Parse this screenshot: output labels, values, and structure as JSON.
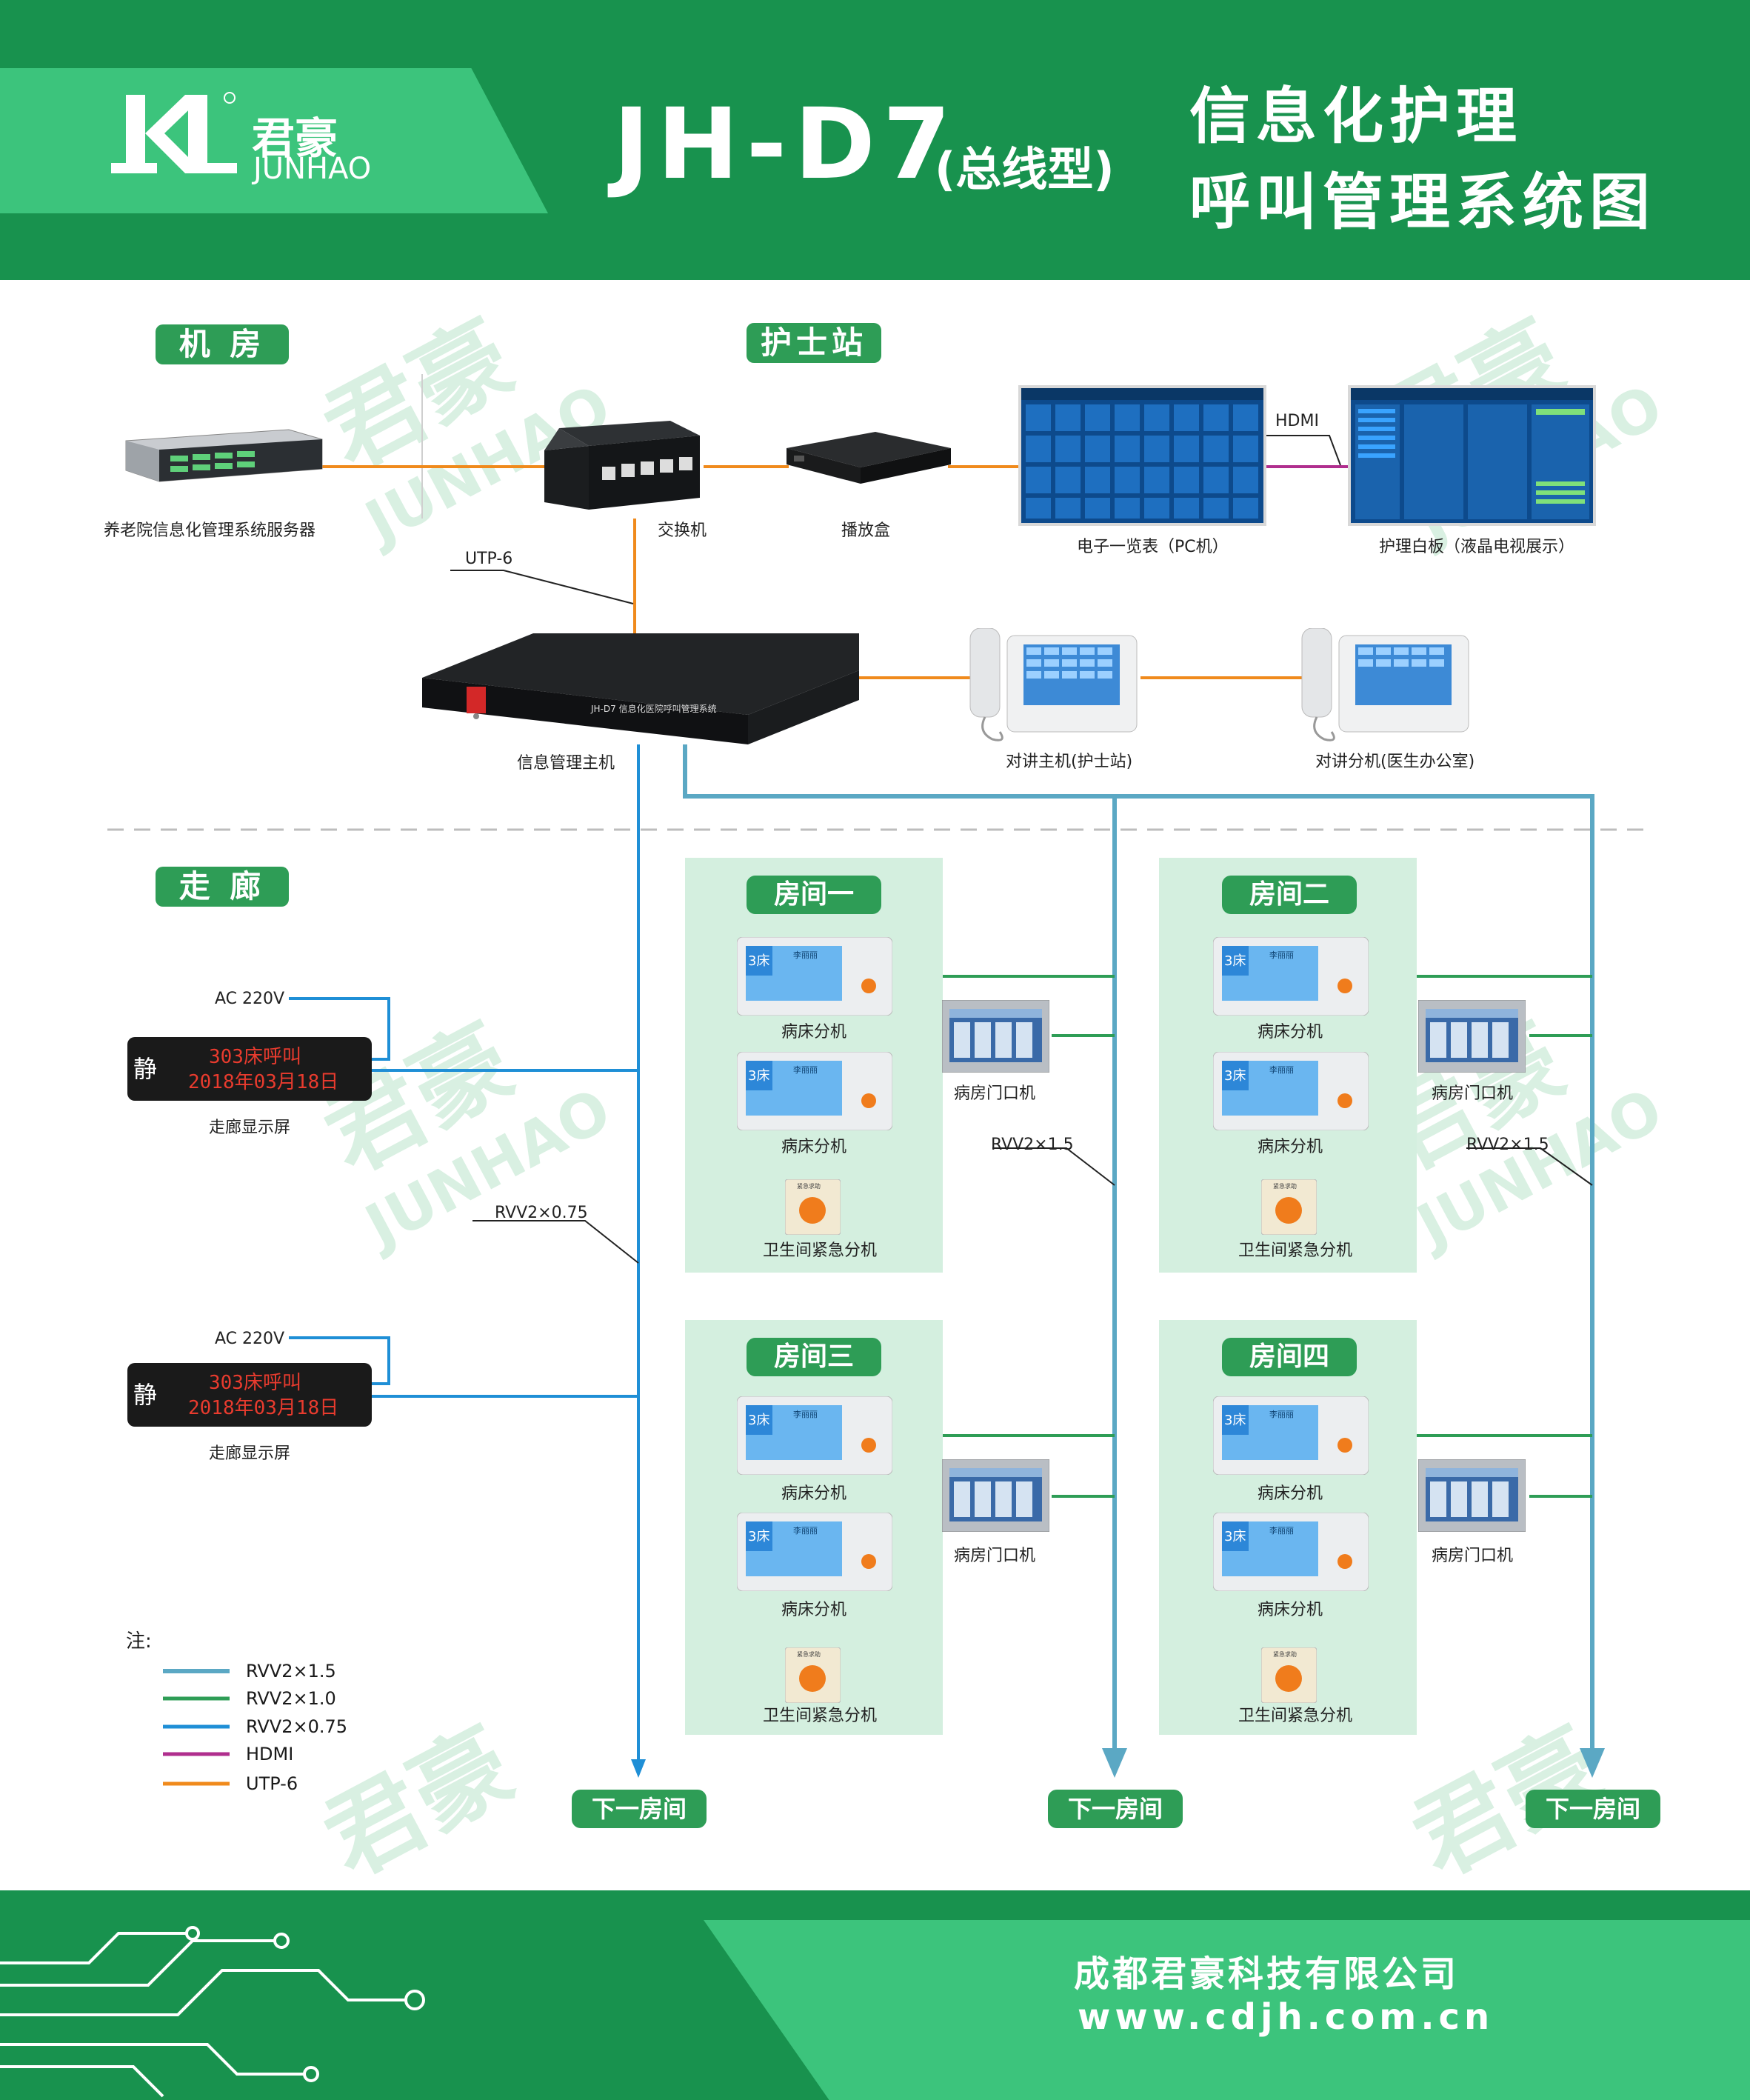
{
  "header": {
    "brand_cn": "君豪",
    "brand_en": "JUNHAO",
    "model": "JH-D7",
    "model_note": "(总线型)",
    "title_line1": "信息化护理",
    "title_line2": "呼叫管理系统图"
  },
  "sections": {
    "machine_room": "机 房",
    "nurse_station": "护士站",
    "corridor": "走 廊"
  },
  "devices": {
    "server": "养老院信息化管理系统服务器",
    "switch": "交换机",
    "player": "播放盒",
    "pc_overview": "电子一览表（PC机）",
    "whiteboard": "护理白板（液晶电视展示）",
    "hdmi_label": "HDMI",
    "utp_label": "UTP-6",
    "host": "信息管理主机",
    "host_model": "JH-D7 信息化医院呼叫管理系统",
    "intercom_host": "对讲主机(护士站)",
    "intercom_ext": "对讲分机(医生办公室)",
    "corridor_display": "走廊显示屏",
    "ac220": "AC 220V",
    "led_char": "静",
    "led_line1": "303床呼叫",
    "led_line2": "2018年03月18日",
    "rvv075": "RVV2×0.75",
    "rvv15": "RVV2×1.5",
    "bed_unit": "病床分机",
    "door_unit": "病房门口机",
    "bath_unit": "卫生间紧急分机",
    "bed_no": "3床",
    "bed_name": "李丽丽",
    "emergency_tag": "紧急求助"
  },
  "rooms": [
    "房间一",
    "房间二",
    "房间三",
    "房间四"
  ],
  "next_room": "下一房间",
  "legend": {
    "title": "注:",
    "items": [
      {
        "label": "RVV2×1.5",
        "color": "#5ba8c4"
      },
      {
        "label": "RVV2×1.0",
        "color": "#2e9d56"
      },
      {
        "label": "RVV2×0.75",
        "color": "#1f8fd6"
      },
      {
        "label": "HDMI",
        "color": "#b02e8e"
      },
      {
        "label": "UTP-6",
        "color": "#f08a1c"
      }
    ]
  },
  "footer": {
    "company": "成都君豪科技有限公司",
    "website": "www.cdjh.com.cn"
  },
  "colors": {
    "header_green": "#18924e",
    "accent_green": "#3cc47c",
    "utp": "#f08a1c",
    "hdmi": "#b02e8e",
    "rvv075": "#1f8fd6",
    "rvv10": "#2e9d56",
    "rvv15": "#5ba8c4"
  }
}
